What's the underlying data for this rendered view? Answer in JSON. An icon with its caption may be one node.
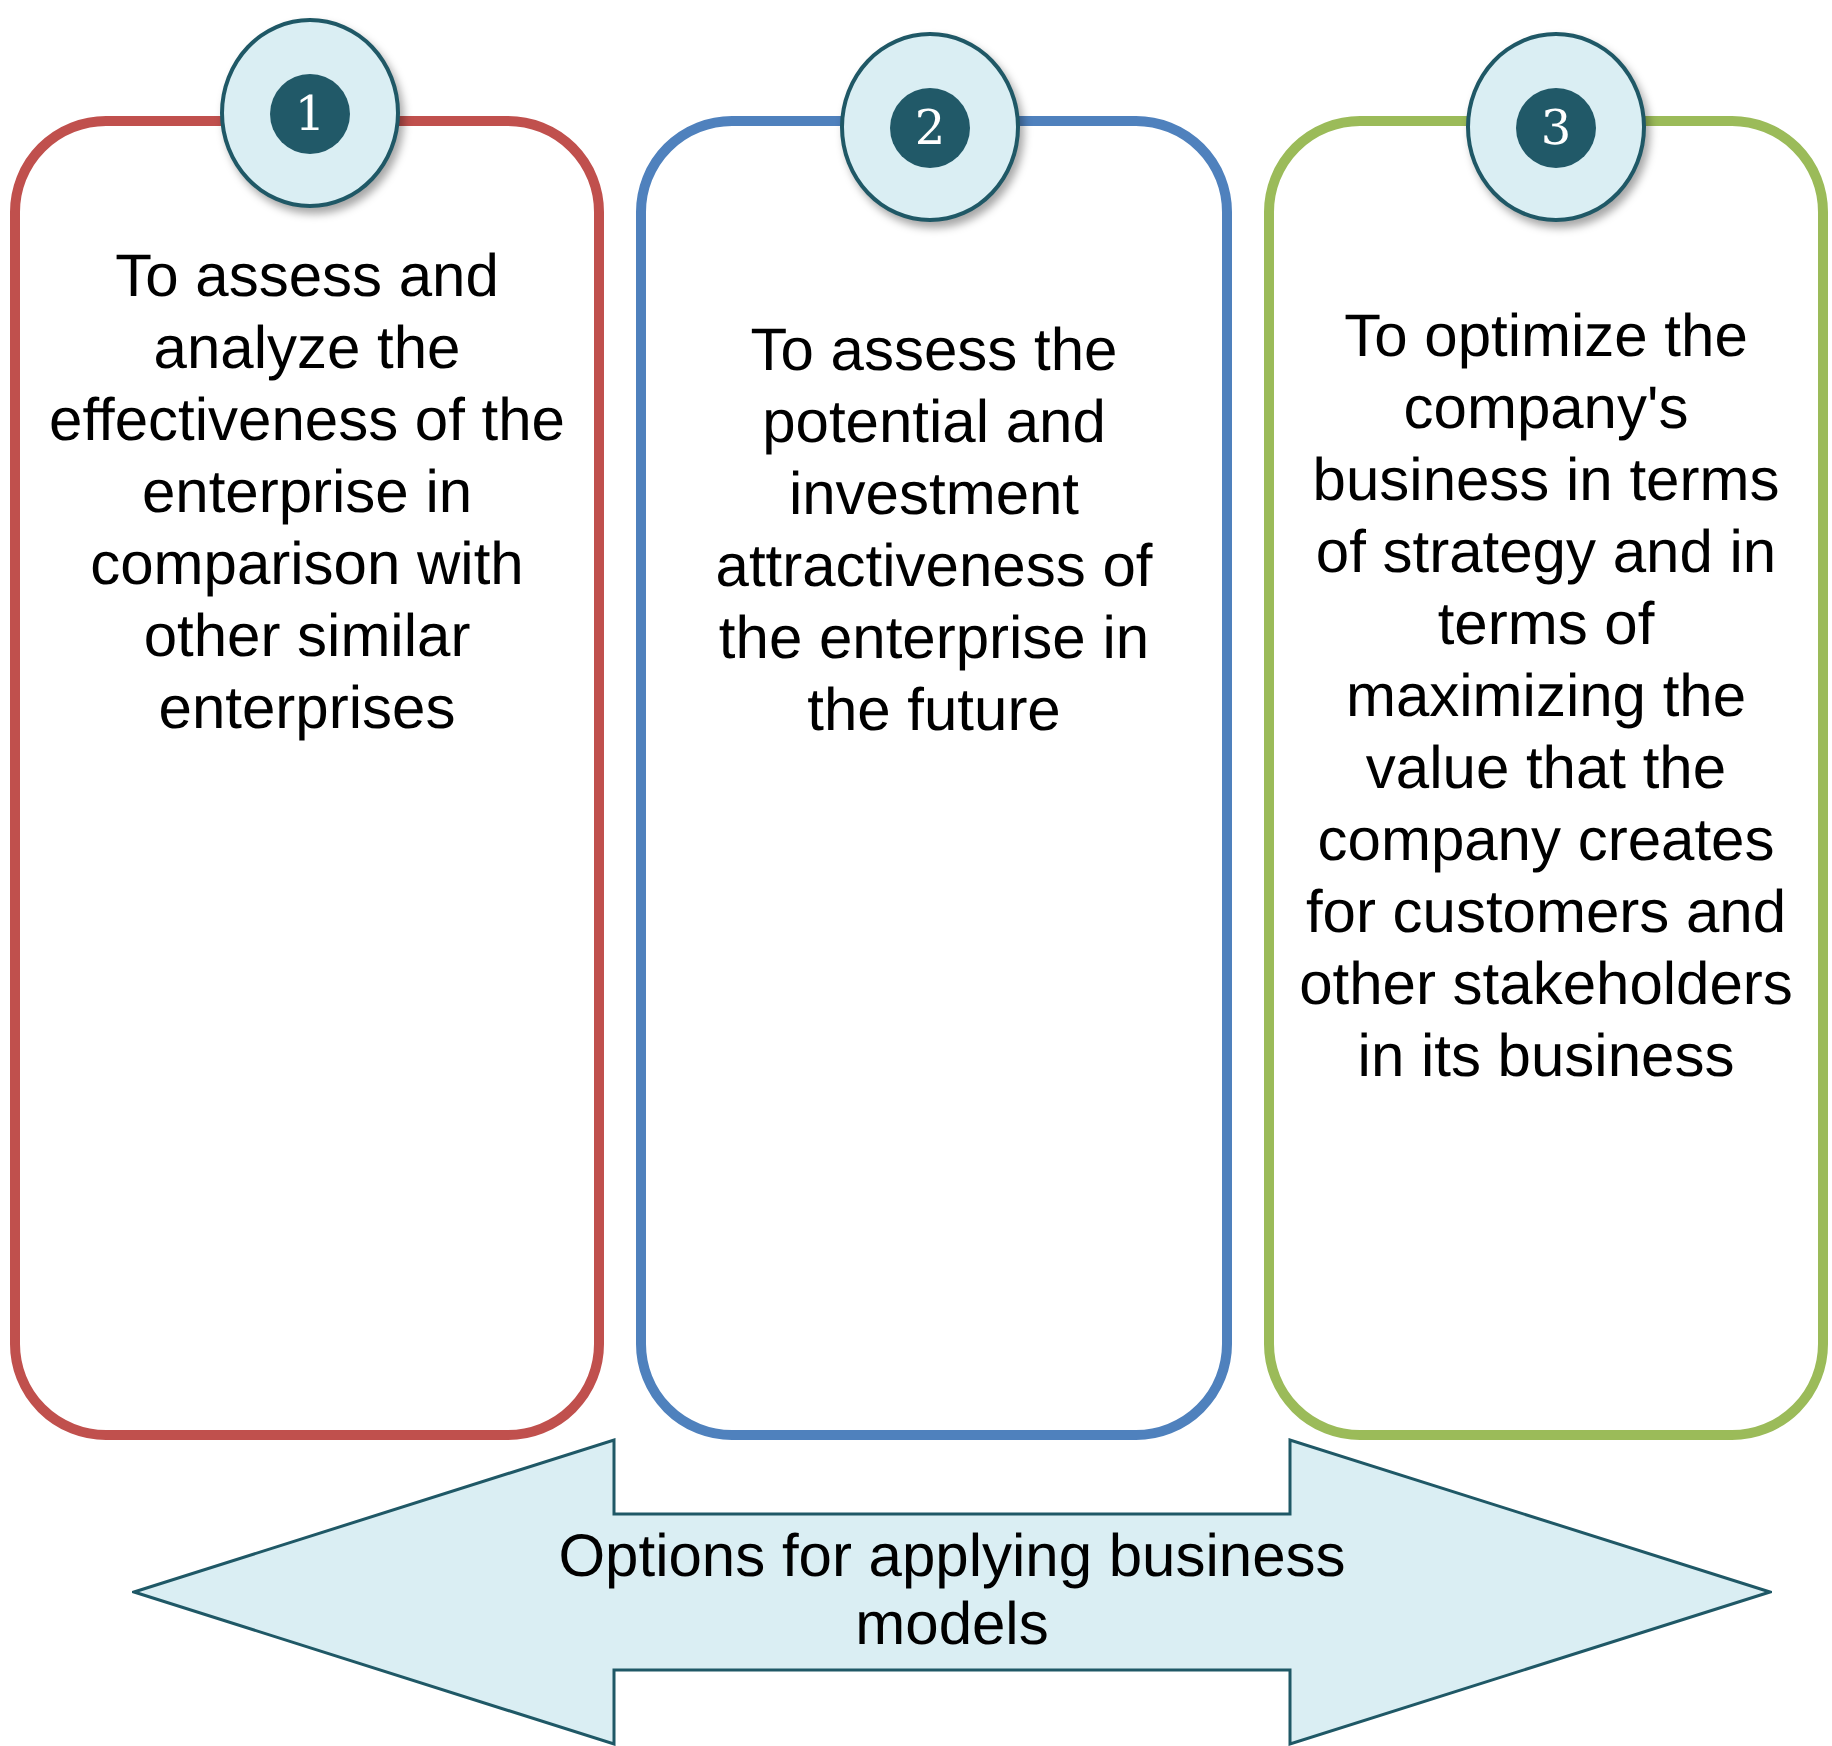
{
  "diagram": {
    "nodes": [
      {
        "text": [
          "1"
        ]
      },
      {
        "text": [
          "To assess and analyze the effectiveness of the enterprise in comparison with other similar enterprises"
        ]
      },
      {
        "text": [
          "2"
        ]
      },
      {
        "text": [
          "To assess the potential and investment attractiveness of the enterprise in the future"
        ]
      },
      {
        "text": [
          "3"
        ]
      },
      {
        "text": [
          "To optimize the company's business in terms of strategy and in terms of maximizing the value that the company creates for customers and other stakeholders in its business"
        ]
      },
      {
        "text": [
          "Options for applying business models"
        ]
      }
    ]
  }
}
